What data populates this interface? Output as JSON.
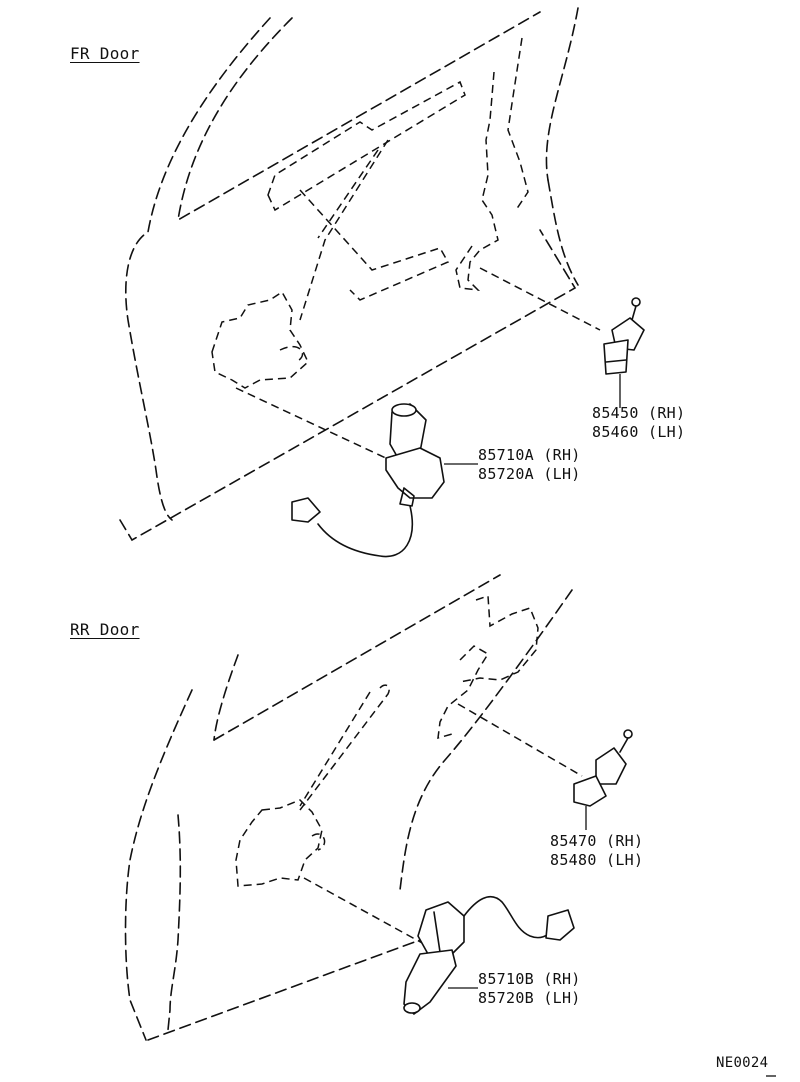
{
  "diagram": {
    "sections": [
      {
        "title": "FR Door",
        "parts": [
          {
            "rh": "85450 (RH)",
            "lh": "85460 (LH)",
            "kind": "door-lock-actuator"
          },
          {
            "rh": "85710A (RH)",
            "lh": "85720A (LH)",
            "kind": "window-regulator-motor"
          }
        ]
      },
      {
        "title": "RR Door",
        "parts": [
          {
            "rh": "85470 (RH)",
            "lh": "85480 (LH)",
            "kind": "door-lock-actuator"
          },
          {
            "rh": "85710B (RH)",
            "lh": "85720B (LH)",
            "kind": "window-regulator-motor"
          }
        ]
      }
    ],
    "figure_code": "NE0024"
  }
}
